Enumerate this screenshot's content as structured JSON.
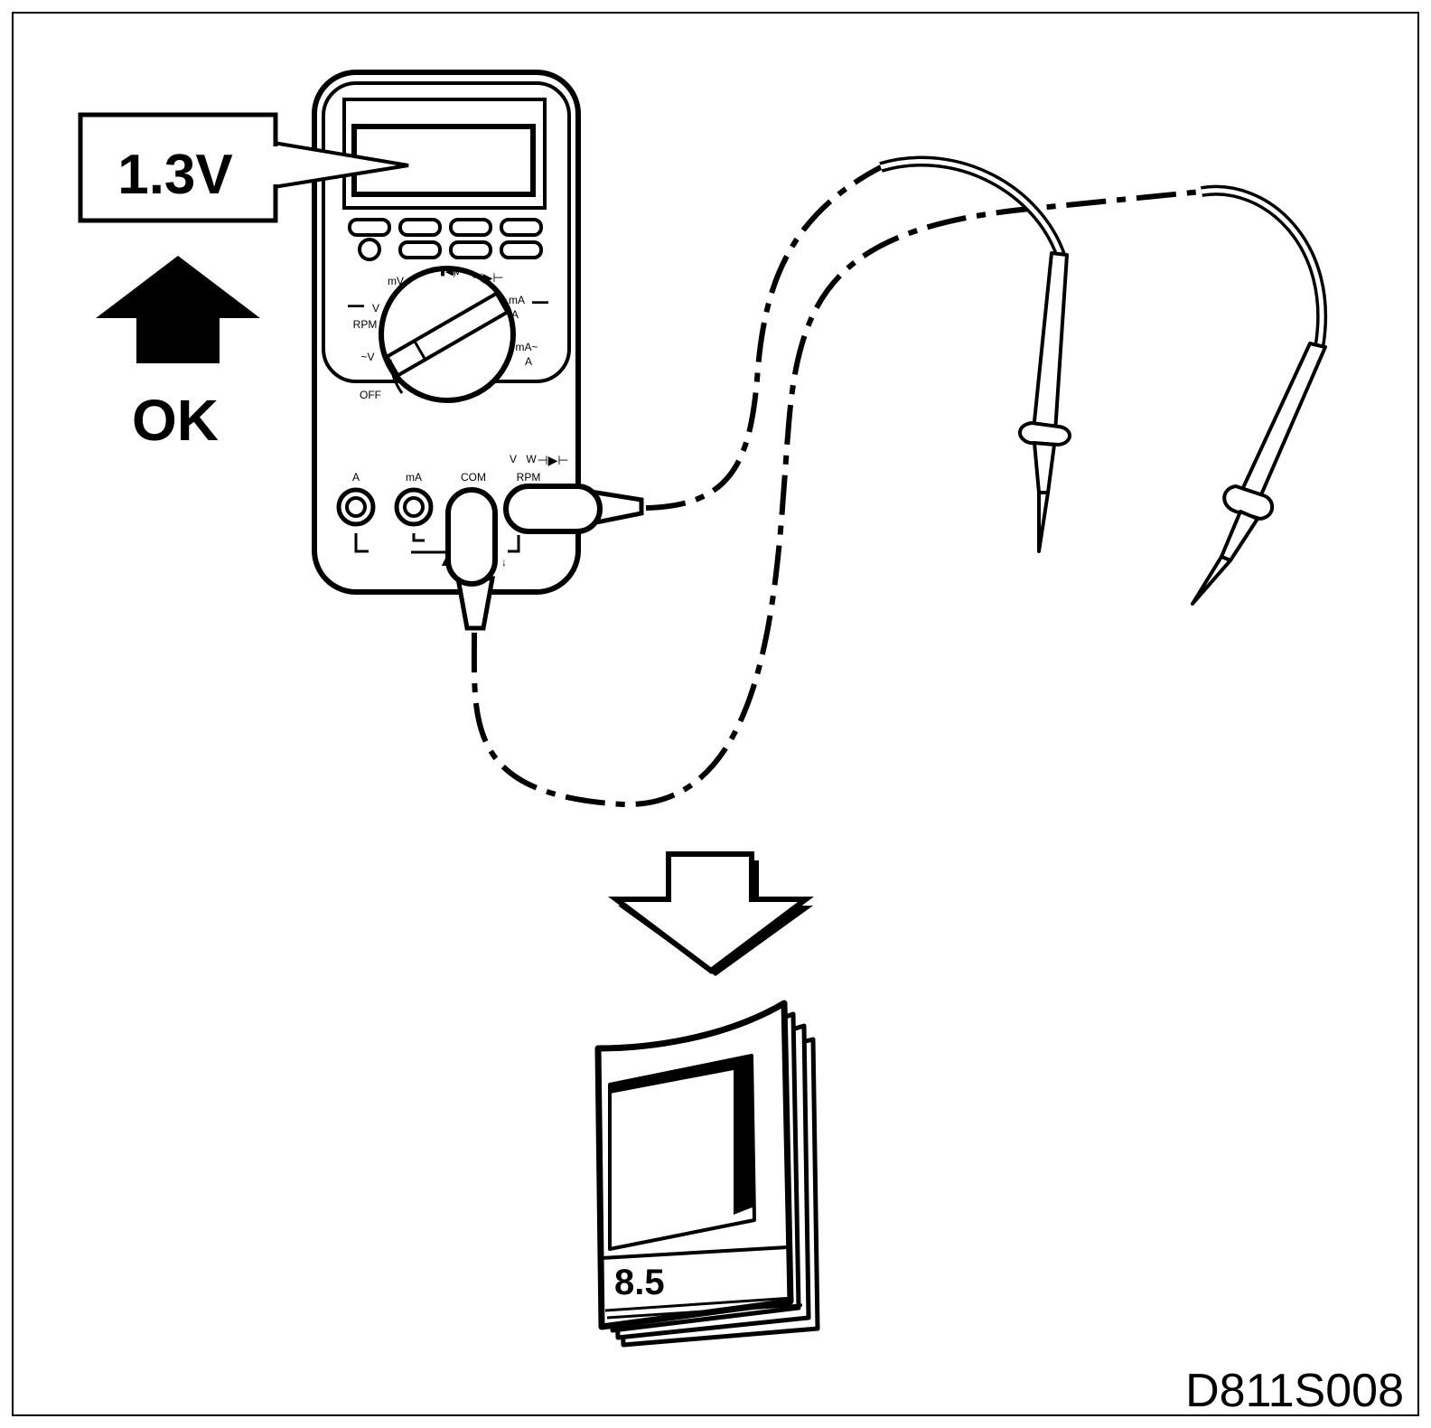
{
  "callout": {
    "reading": "1.3V"
  },
  "ok_label": "OK",
  "meter": {
    "dial_labels": {
      "mv": "mV",
      "beep_w": "W",
      "v_left": "V",
      "rpm": "RPM",
      "v_ac": "~V",
      "off": "OFF",
      "ma_dc": "mA",
      "a_dc": "A",
      "ma_ac": "mA~",
      "a_ac": "A"
    },
    "jack_labels": {
      "a": "A",
      "ma": "mA",
      "com": "COM",
      "v": "V",
      "w": "W",
      "rpm": "RPM"
    }
  },
  "manual": {
    "section": "8.5"
  },
  "figure_code": "D811S008"
}
